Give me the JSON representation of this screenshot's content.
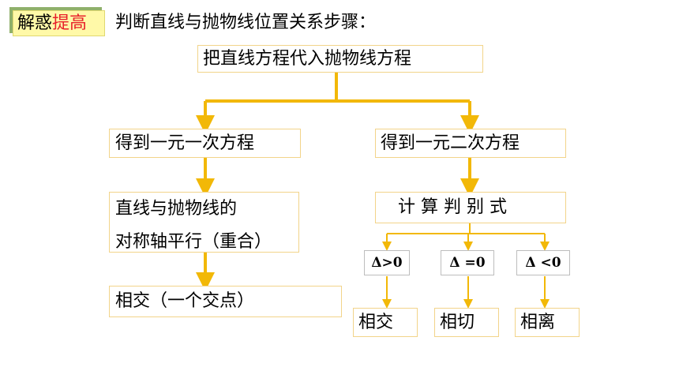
{
  "header": {
    "badge_part1": "解惑",
    "badge_part2": "提高",
    "title": "判断直线与抛物线位置关系步骤："
  },
  "flow": {
    "top": "把直线方程代入抛物线方程",
    "left_eq": "得到一元一次方程",
    "right_eq": "得到一元二次方程",
    "parallel_line1": "直线与抛物线的",
    "parallel_line2": "对称轴平行（重合）",
    "left_result": "相交（一个交点）",
    "discriminant": "计 算 判 别 式",
    "cond_gt": "Δ>0",
    "cond_eq": "Δ =0",
    "cond_lt": "Δ <0",
    "res_gt": "相交",
    "res_eq": "相切",
    "res_lt": "相离"
  },
  "colors": {
    "connector": "#f2b807",
    "box_border": "#f2d48a",
    "badge_bg": "#fff9a8",
    "badge_shadow": "#8fb06a",
    "highlight": "#e8202a"
  }
}
